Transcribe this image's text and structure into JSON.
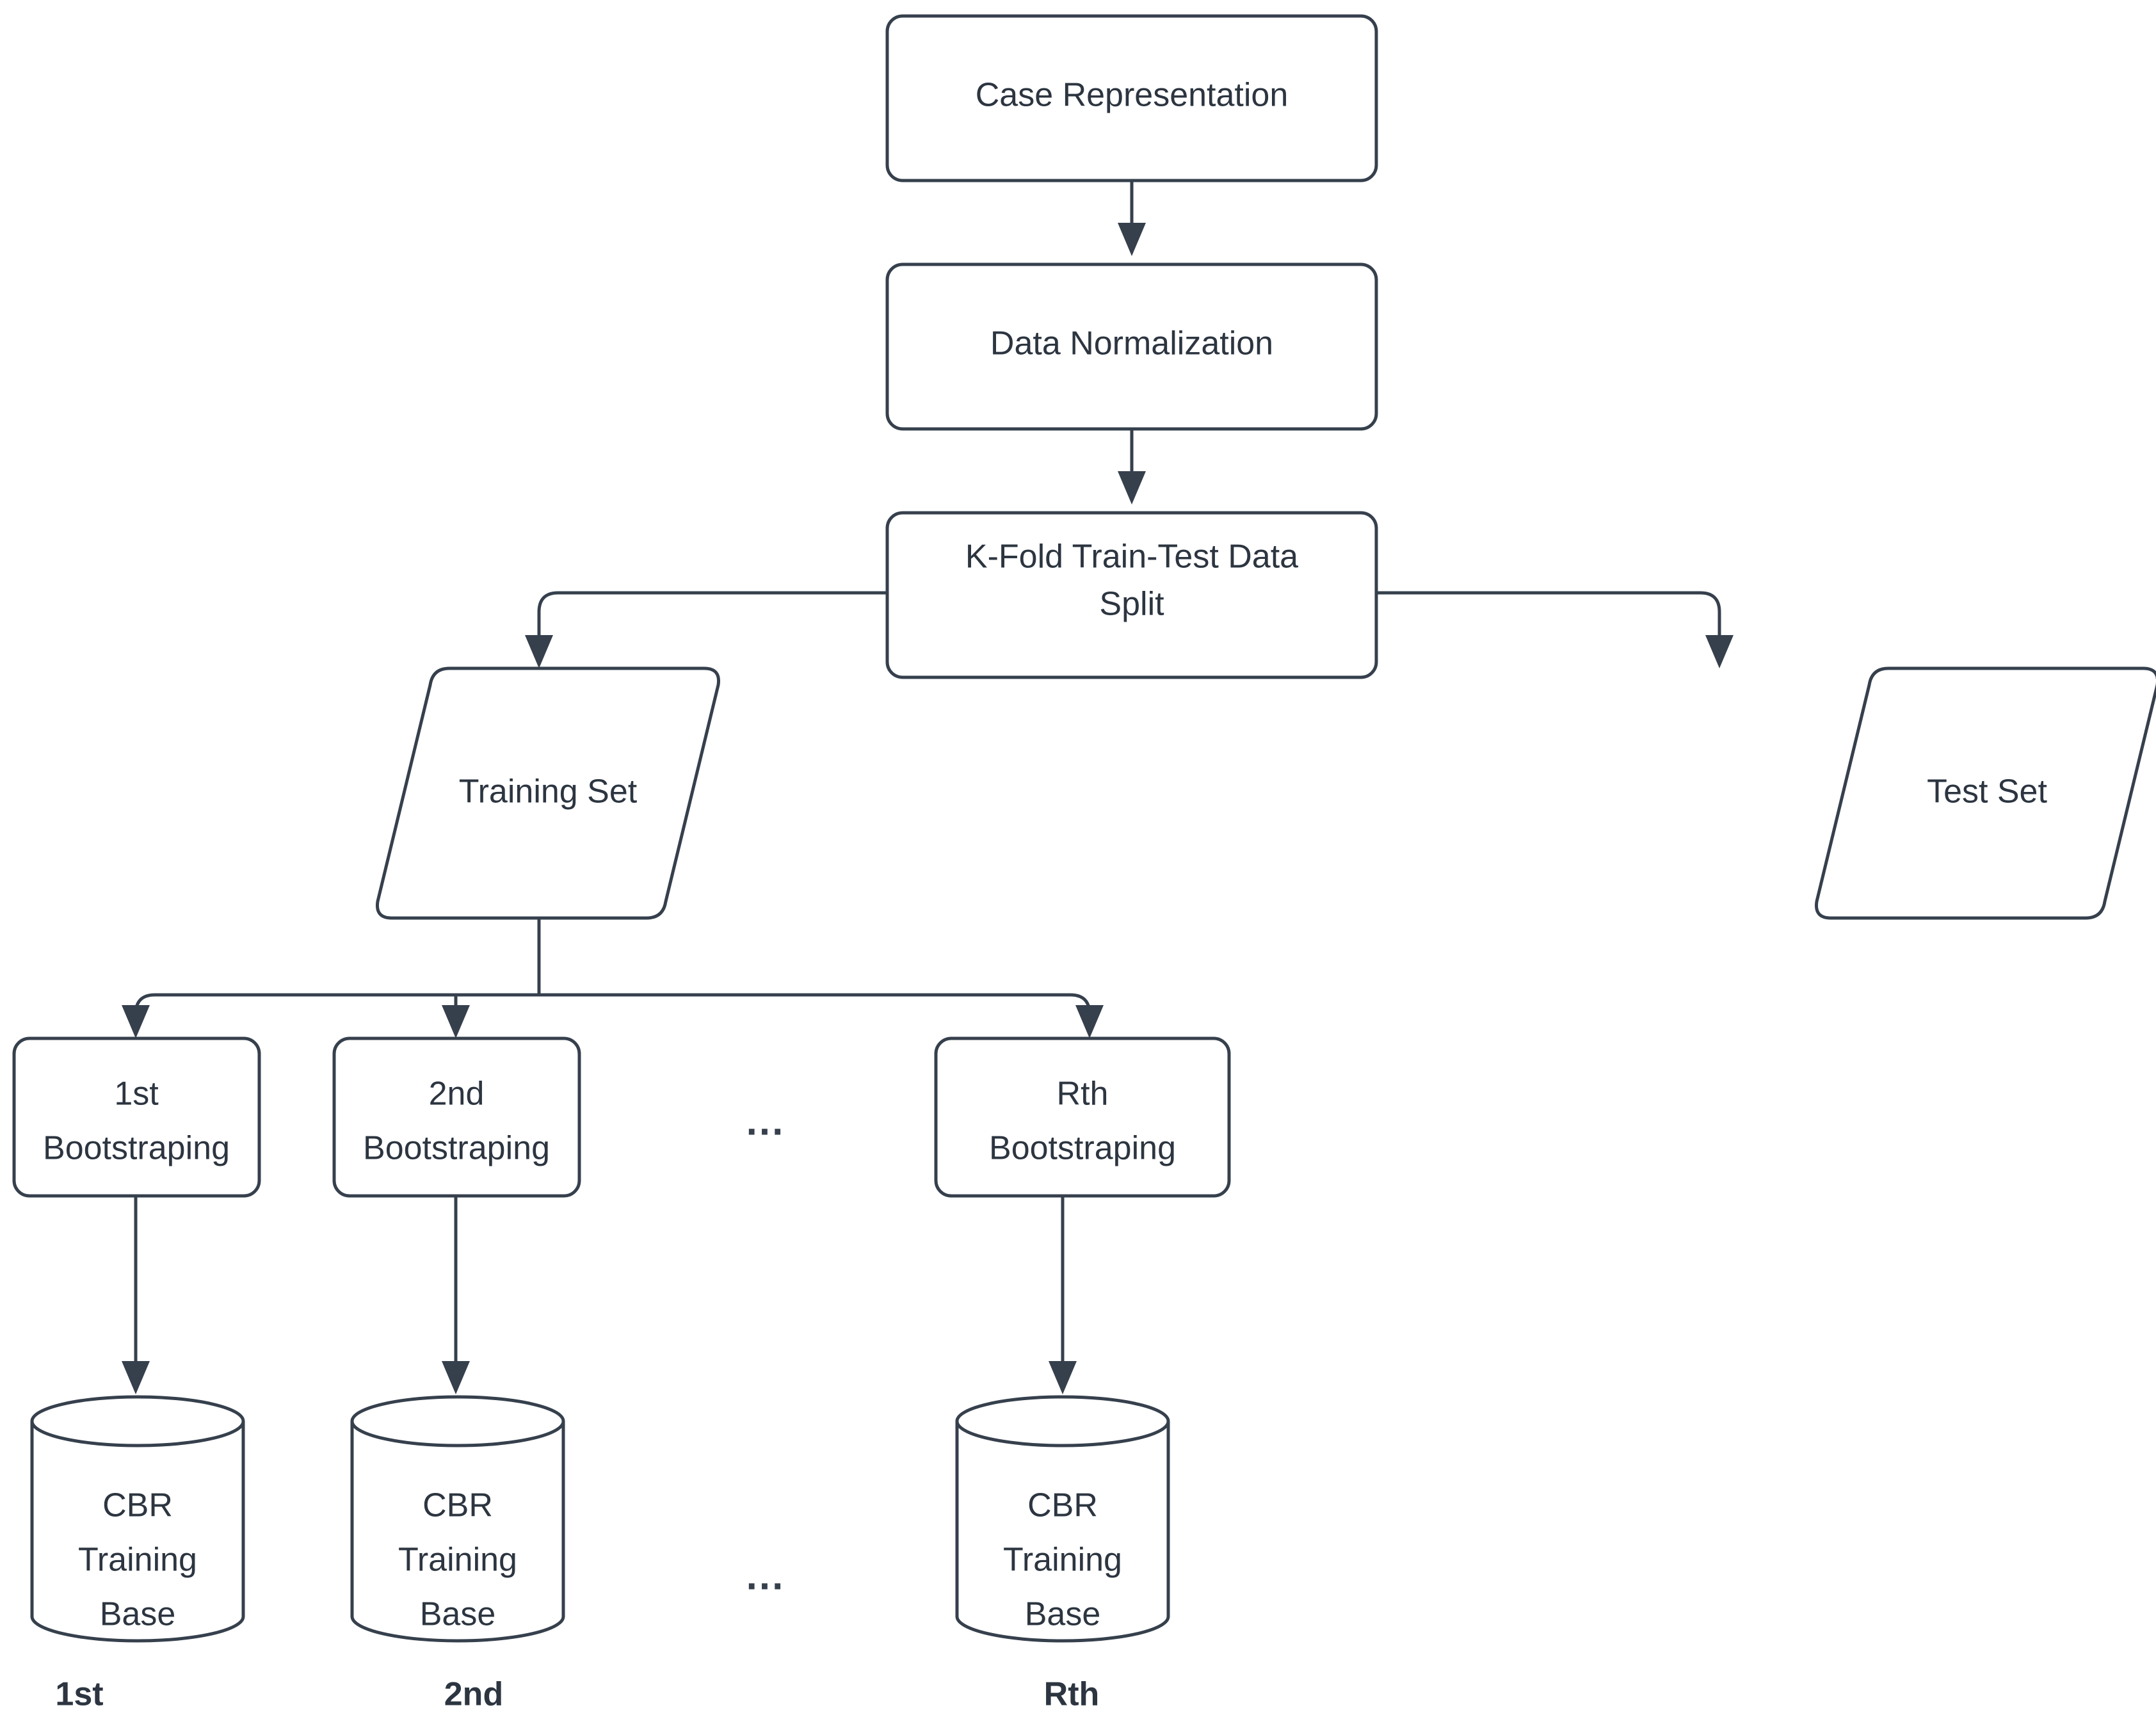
{
  "diagram": {
    "background_color": "#ffffff",
    "stroke_color": "#36404d",
    "text_color": "#2c3540",
    "nodes": {
      "case_representation": {
        "label": "Case Representation",
        "shape": "rounded-rect"
      },
      "data_normalization": {
        "label": "Data Normalization",
        "shape": "rounded-rect"
      },
      "kfold_split": {
        "label_line1": "K-Fold Train-Test Data",
        "label_line2": "Split",
        "shape": "rounded-rect"
      },
      "training_set": {
        "label": "Training Set",
        "shape": "parallelogram"
      },
      "test_set": {
        "label": "Test Set",
        "shape": "parallelogram"
      },
      "bootstrap_1": {
        "label_line1": "1st",
        "label_line2": "Bootstraping",
        "shape": "rounded-rect"
      },
      "bootstrap_2": {
        "label_line1": "2nd",
        "label_line2": "Bootstraping",
        "shape": "rounded-rect"
      },
      "bootstrap_r": {
        "label_line1": "Rth",
        "label_line2": "Bootstraping",
        "shape": "rounded-rect"
      },
      "cbr_base_1": {
        "label_line1": "CBR",
        "label_line2": "Training",
        "label_line3": "Base",
        "shape": "cylinder"
      },
      "cbr_base_2": {
        "label_line1": "CBR",
        "label_line2": "Training",
        "label_line3": "Base",
        "shape": "cylinder"
      },
      "cbr_base_r": {
        "label_line1": "CBR",
        "label_line2": "Training",
        "label_line3": "Base",
        "shape": "cylinder"
      }
    },
    "ellipses": {
      "bootstrap_row": "...",
      "cbr_row": "..."
    },
    "captions": {
      "caption_1": "1st",
      "caption_2": "2nd",
      "caption_r": "Rth"
    }
  }
}
